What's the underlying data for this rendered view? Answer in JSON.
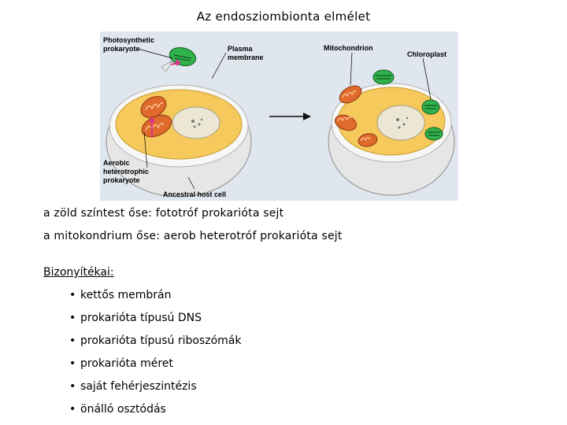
{
  "title": "Az endosziombionta elmélet",
  "figure": {
    "labels": {
      "photosynthetic": [
        "Photosynthetic",
        "prokaryote"
      ],
      "plasma": [
        "Plasma",
        "membrane"
      ],
      "mitochondrion": "Mitochondrion",
      "chloroplast": "Chloroplast",
      "aerobic": [
        "Aerobic",
        "heterotrophic",
        "prokaryote"
      ],
      "host": "Ancestral host cell"
    },
    "colors": {
      "background": "#dfe6ee",
      "cell_wall": "#efefef",
      "cytoplasm": "#f5c95b",
      "nucleus": "#ece7d5",
      "chloroplast": "#2fb24c",
      "mitochondrion": "#e06a2c",
      "arrow_pink": "#e0308c"
    }
  },
  "text": {
    "line1": "a zöld színtest őse: fototróf prokarióta sejt",
    "line2": "a mitokondrium őse: aerob heterotróf prokarióta sejt"
  },
  "evidence": {
    "heading": "Bizonyítékai:",
    "bullet": "•",
    "items": [
      "kettős membrán",
      "prokarióta típusú DNS",
      "prokarióta típusú riboszómák",
      "prokarióta méret",
      "saját fehérjeszintézis",
      "önálló osztódás"
    ]
  }
}
